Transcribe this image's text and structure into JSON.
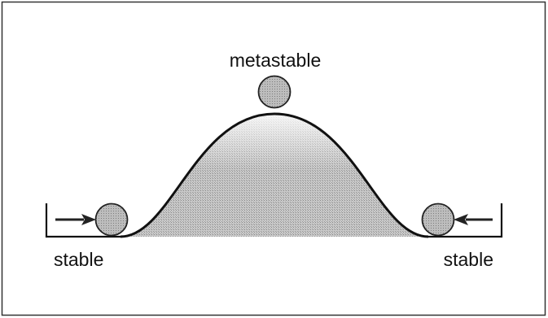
{
  "diagram": {
    "labels": {
      "top": "metastable",
      "left": "stable",
      "right": "stable"
    },
    "colors": {
      "frame": "#333333",
      "curve": "#111111",
      "fill": "#b8b8b8",
      "ball": "#b5b5b5",
      "arrow": "#222222"
    }
  }
}
